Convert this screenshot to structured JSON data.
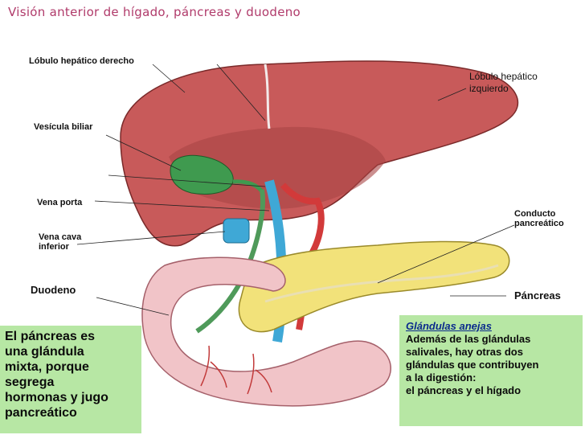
{
  "title": "Visión anterior de hígado, páncreas y duodeno",
  "labels": {
    "right_lobe": "Lóbulo hepático derecho",
    "left_lobe_line1": "Lóbulo hepático",
    "left_lobe_line2": "izquierdo",
    "gallbladder": "Vesícula biliar",
    "portal_vein": "Vena porta",
    "ivc_line1": "Vena cava",
    "ivc_line2": "inferior",
    "pancreatic_duct_line1": "Conducto",
    "pancreatic_duct_line2": "pancreático",
    "duodenum": "Duodeno",
    "pancreas": "Páncreas"
  },
  "info_left": {
    "lines": [
      "El páncreas es",
      "una glándula",
      "mixta, porque",
      "segrega",
      "hormonas y jugo",
      "pancreático"
    ]
  },
  "info_right": {
    "heading": "Glándulas anejas",
    "lines": [
      "Además de las glándulas",
      "salivales, hay otras dos",
      "glándulas que contribuyen",
      "a la digestión:",
      "el páncreas y el hígado"
    ]
  },
  "colors": {
    "liver": "#c85a5a",
    "pancreas": "#f2e27a",
    "duodenum": "#f1c4c8",
    "gallbladder": "#3f9a4f",
    "vein_blue": "#3fa8d6",
    "artery_red": "#d23a3a",
    "info_box": "#b7e7a4",
    "title_color": "#b03a6a"
  }
}
